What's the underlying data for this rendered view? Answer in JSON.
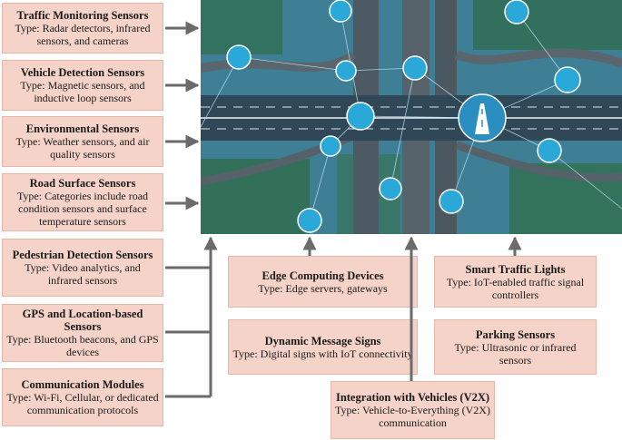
{
  "left_sensors": [
    {
      "title": "Traffic Monitoring Sensors",
      "desc": "Type: Radar detectors, infrared sensors, and cameras"
    },
    {
      "title": "Vehicle Detection Sensors",
      "desc": "Type: Magnetic sensors, and inductive loop sensors"
    },
    {
      "title": "Environmental Sensors",
      "desc": "Type: Weather sensors, and air quality sensors"
    },
    {
      "title": "Road Surface Sensors",
      "desc": "Type: Categories include road condition sensors and surface temperature sensors"
    },
    {
      "title": "Pedestrian Detection Sensors",
      "desc": "Type: Video analytics, and infrared sensors"
    },
    {
      "title": "GPS and Location-based Sensors",
      "desc": "Type: Bluetooth beacons, and GPS devices"
    },
    {
      "title": "Communication Modules",
      "desc": "Type: Wi-Fi, Cellular, or dedicated communication protocols"
    }
  ],
  "devices": {
    "edge": {
      "title": "Edge Computing Devices",
      "desc": "Type: Edge servers, gateways"
    },
    "lights": {
      "title": "Smart Traffic Lights",
      "desc": "Type: IoT-enabled traffic signal controllers"
    },
    "signs": {
      "title": "Dynamic Message Signs",
      "desc": "Type: Digital signs with IoT connectivity"
    },
    "parking": {
      "title": "Parking Sensors",
      "desc": "Type: Ultrasonic or infrared sensors"
    },
    "v2x": {
      "title": "Integration with Vehicles (V2X)",
      "desc": "Type: Vehicle-to-Everything (V2X) communication"
    }
  },
  "colors": {
    "box_fill": "#f6d3c8",
    "box_border": "#e8b6a6",
    "arrow": "#6b6b6b"
  }
}
